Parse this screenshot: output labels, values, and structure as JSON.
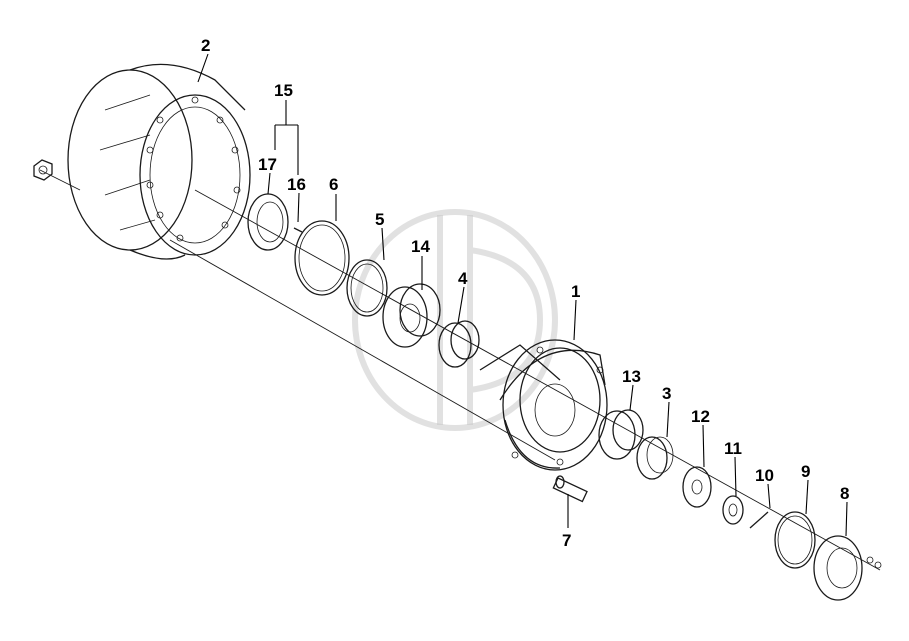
{
  "callouts": [
    {
      "id": "1",
      "text": "1"
    },
    {
      "id": "2",
      "text": "2"
    },
    {
      "id": "3",
      "text": "3"
    },
    {
      "id": "4",
      "text": "4"
    },
    {
      "id": "5",
      "text": "5"
    },
    {
      "id": "6",
      "text": "6"
    },
    {
      "id": "7",
      "text": "7"
    },
    {
      "id": "8",
      "text": "8"
    },
    {
      "id": "9",
      "text": "9"
    },
    {
      "id": "10",
      "text": "10"
    },
    {
      "id": "11",
      "text": "11"
    },
    {
      "id": "12",
      "text": "12"
    },
    {
      "id": "13",
      "text": "13"
    },
    {
      "id": "14",
      "text": "14"
    },
    {
      "id": "15",
      "text": "15"
    },
    {
      "id": "16",
      "text": "16"
    },
    {
      "id": "17",
      "text": "17"
    }
  ],
  "colors": {
    "line": "#1a1a1a",
    "watermark": "#c8c8c8",
    "background": "#ffffff"
  },
  "watermark_icon": "logo-watermark"
}
